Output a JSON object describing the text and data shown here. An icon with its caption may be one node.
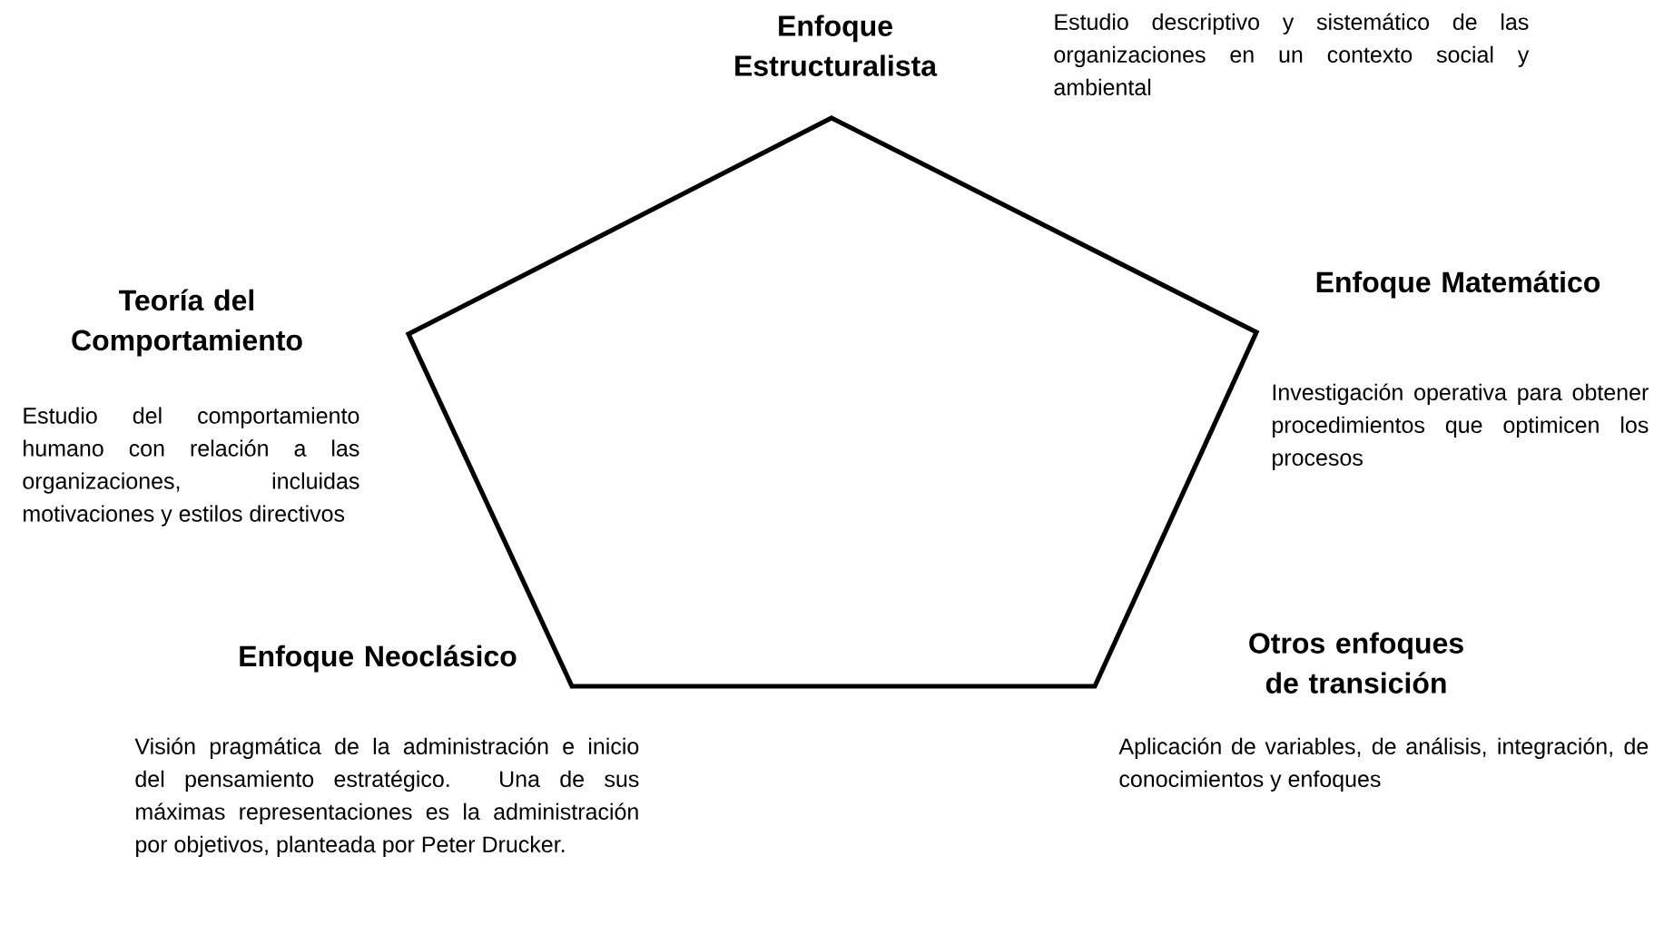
{
  "diagram": {
    "labels": [
      "Enfoque Estructuralista",
      "Estudio descriptivo y sistemático de las organizaciones en un contexto social y ambiental",
      "Teoría del Comportamiento",
      "Enfoque Matemático",
      "Estudio del comportamiento humano con relación a las organizaciones, incluidas motivaciones y estilos directivos",
      "Investigación operativa para obtener procedimientos que optimicen los procesos",
      "Enfoque Neoclásico",
      "Otros enfoques de transición",
      "Visión pragmática de la administración e inicio del pensamiento estratégico. Una de sus máximas representaciones es la administración por objetivos, planteada por Peter Drucker.",
      "Aplicación de variables, de análisis, integración, de conocimientos y enfoques"
    ]
  }
}
